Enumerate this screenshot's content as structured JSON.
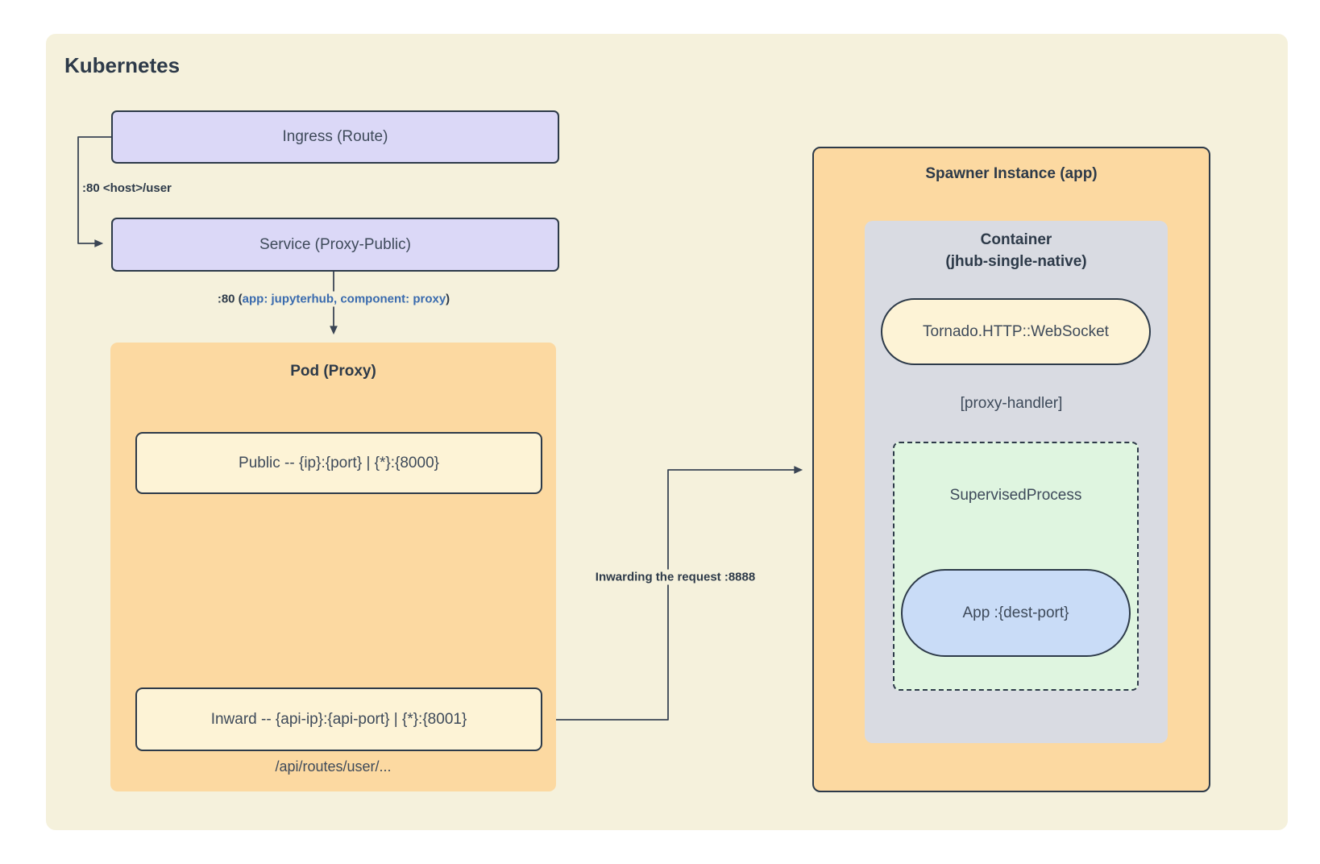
{
  "colors": {
    "page_bg": "#ffffff",
    "boundary_bg": "#f5f1dc",
    "orange": "#fcd9a1",
    "lavender": "#dbd8f7",
    "cream": "#fdf3d6",
    "gray": "#d9dbe2",
    "green": "#dff5e0",
    "blue": "#c9dcf7",
    "ink": "#2d3a49",
    "text": "#3e4a5a",
    "stroke": "#3a4554",
    "blue_label": "#3a6bae"
  },
  "boundary": {
    "title": "Kubernetes"
  },
  "nodes": {
    "ingress": {
      "label": "Ingress (Route)"
    },
    "service": {
      "label": "Service (Proxy-Public)"
    },
    "pod": {
      "title": "Pod (Proxy)",
      "public_label": "Public -- {ip}:{port} | {*}:{8000}",
      "inward_label": "Inward -- {api-ip}:{api-port} | {*}:{8001}",
      "routes_note": "/api/routes/user/..."
    },
    "spawner": {
      "title": "Spawner Instance (app)",
      "container": {
        "title_line1": "Container",
        "title_line2": "(jhub-single-native)",
        "tornado_label": "Tornado.HTTP::WebSocket",
        "proxy_handler_label": "[proxy-handler]",
        "supervised_label": "SupervisedProcess",
        "app_label": "App :{dest-port}"
      }
    }
  },
  "edge_labels": {
    "ingress_to_service": ":80 <host>/user",
    "service_to_pod_prefix": ":80 (",
    "service_to_pod_highlight": "app: jupyterhub, component: proxy",
    "service_to_pod_suffix": ")",
    "inward_to_spawner": "Inwarding the request :8888"
  }
}
